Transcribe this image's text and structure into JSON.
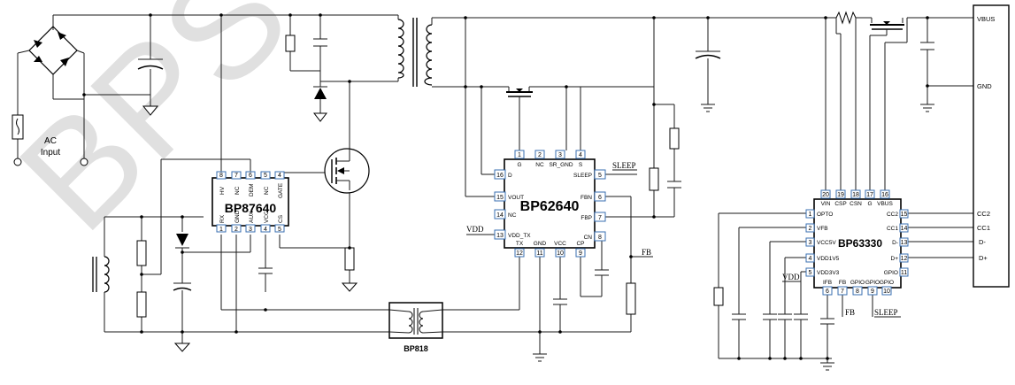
{
  "watermark": "BPS",
  "chips": {
    "bp87640": {
      "name": "BP87640",
      "top_pins": [
        {
          "num": "8",
          "label": "HV"
        },
        {
          "num": "7",
          "label": "NC"
        },
        {
          "num": "6",
          "label": "DEM"
        },
        {
          "num": "5",
          "label": "NC"
        },
        {
          "num": "4",
          "label": "GATE"
        }
      ],
      "bottom_pins": [
        {
          "num": "1",
          "label": "RX"
        },
        {
          "num": "2",
          "label": "GND"
        },
        {
          "num": "3",
          "label": "AUX"
        },
        {
          "num": "4",
          "label": "VCC"
        },
        {
          "num": "5",
          "label": "CS"
        }
      ]
    },
    "bp62640": {
      "name": "BP62640",
      "top_pins": [
        {
          "num": "1",
          "label": "G"
        },
        {
          "num": "2",
          "label": "NC"
        },
        {
          "num": "3",
          "label": "SR_GND"
        },
        {
          "num": "4",
          "label": "S"
        }
      ],
      "left_pins": [
        {
          "num": "16",
          "label": "D"
        },
        {
          "num": "15",
          "label": "VOUT"
        },
        {
          "num": "14",
          "label": "NC"
        },
        {
          "num": "13",
          "label": "VDD_TX"
        }
      ],
      "right_pins": [
        {
          "num": "5",
          "label": "SLEEP"
        },
        {
          "num": "6",
          "label": "FBN"
        },
        {
          "num": "7",
          "label": "FBP"
        },
        {
          "num": "8",
          "label": "CN"
        }
      ],
      "bottom_pins": [
        {
          "num": "12",
          "label": "TX"
        },
        {
          "num": "11",
          "label": "GND"
        },
        {
          "num": "10",
          "label": "VCC"
        },
        {
          "num": "9",
          "label": "CP"
        }
      ]
    },
    "bp63330": {
      "name": "BP63330",
      "top_pins": [
        {
          "num": "20",
          "label": "VIN"
        },
        {
          "num": "19",
          "label": "CSP"
        },
        {
          "num": "18",
          "label": "CSN"
        },
        {
          "num": "17",
          "label": "G"
        },
        {
          "num": "16",
          "label": "VBUS"
        }
      ],
      "left_pins": [
        {
          "num": "1",
          "label": "OPTO"
        },
        {
          "num": "2",
          "label": "VFB"
        },
        {
          "num": "3",
          "label": "VCC5V"
        },
        {
          "num": "4",
          "label": "VDD1V5"
        },
        {
          "num": "5",
          "label": "VDD3V3"
        }
      ],
      "right_pins": [
        {
          "num": "15",
          "label": "CC2"
        },
        {
          "num": "14",
          "label": "CC1"
        },
        {
          "num": "13",
          "label": "D-"
        },
        {
          "num": "12",
          "label": "D+"
        },
        {
          "num": "11",
          "label": "GPIO"
        }
      ],
      "bottom_pins": [
        {
          "num": "6",
          "label": "IFB"
        },
        {
          "num": "7",
          "label": "FB"
        },
        {
          "num": "8",
          "label": "GPIO"
        },
        {
          "num": "9",
          "label": "GPIO"
        },
        {
          "num": "10",
          "label": "GPIO"
        }
      ]
    }
  },
  "labels": {
    "ac_input_line1": "AC",
    "ac_input_line2": "Input",
    "coupler": "BP818",
    "sleep_62640": "SLEEP",
    "vdd_62640": "VDD",
    "fb_right": "FB",
    "vdd_63330": "VDD",
    "fb_63330": "FB",
    "sleep_63330": "SLEEP"
  },
  "connector": {
    "vbus": "VBUS",
    "gnd": "GND",
    "cc2": "CC2",
    "cc1": "CC1",
    "dminus": "D-",
    "dplus": "D+"
  }
}
